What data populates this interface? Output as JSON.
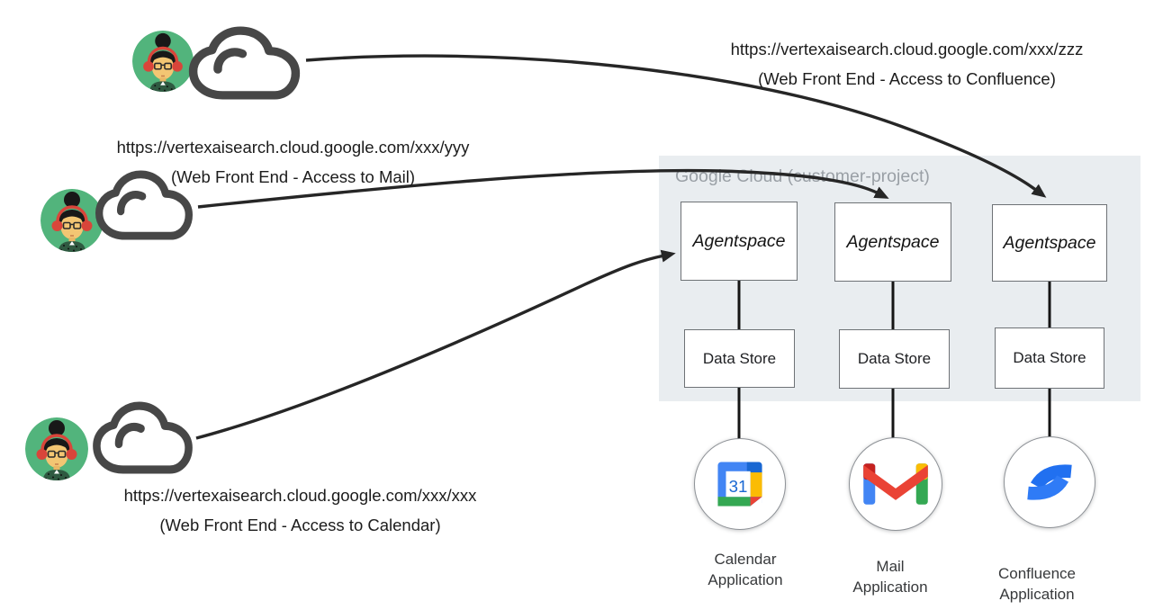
{
  "panel": {
    "title": "Google Cloud (customer-project)"
  },
  "users": [
    {
      "id": "confluence-user",
      "url": "https://vertexaisearch.cloud.google.com/xxx/zzz",
      "caption": "(Web Front End - Access to Confluence)"
    },
    {
      "id": "mail-user",
      "url": "https://vertexaisearch.cloud.google.com/xxx/yyy",
      "caption": "(Web Front End - Access to Mail)"
    },
    {
      "id": "calendar-user",
      "url": "https://vertexaisearch.cloud.google.com/xxx/xxx",
      "caption": "(Web Front End - Access to Calendar)"
    }
  ],
  "columns": [
    {
      "agent": "Agentspace",
      "store": "Data Store",
      "app_line1": "Calendar",
      "app_line2": "Application",
      "icon": "google-calendar-icon"
    },
    {
      "agent": "Agentspace",
      "store": "Data Store",
      "app_line1": "Mail",
      "app_line2": "Application",
      "icon": "gmail-icon"
    },
    {
      "agent": "Agentspace",
      "store": "Data Store",
      "app_line1": "Confluence",
      "app_line2": "Application",
      "icon": "confluence-icon"
    }
  ],
  "icons": {
    "calendar_day": "31"
  },
  "colors": {
    "panel_bg": "#e9edf0",
    "panel_title": "#9aa0a6",
    "arrow": "#262626",
    "cloud_stroke": "#474747",
    "avatar_green": "#52b47c",
    "google_blue": "#4285f4",
    "google_blue_dark": "#1967d2",
    "google_red": "#ea4335",
    "google_red_dark": "#c5221f",
    "google_yellow": "#fbbc04",
    "google_green": "#34a853",
    "confluence_blue": "#2170f0"
  }
}
